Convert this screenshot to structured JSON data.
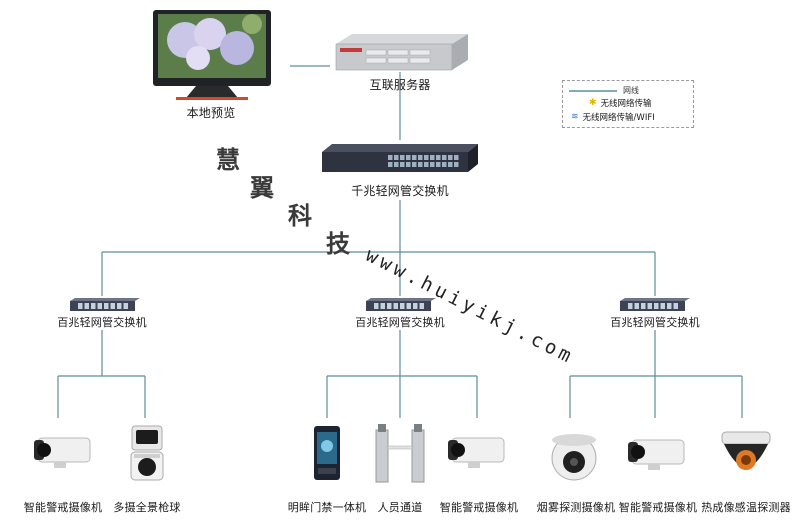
{
  "devices": {
    "monitor": "本地预览",
    "server": "互联服务器",
    "core_switch": "千兆轻网管交换机",
    "sw_left": "百兆轻网管交换机",
    "sw_mid": "百兆轻网管交换机",
    "sw_right": "百兆轻网管交换机",
    "cam1": "智能警戒摄像机",
    "cam2": "多摄全景枪球",
    "cam3": "明眸门禁一体机",
    "cam4": "人员通道",
    "cam5": "智能警戒摄像机",
    "cam6": "烟雾探测摄像机",
    "cam7": "智能警戒摄像机",
    "cam8": "热成像感温探测器"
  },
  "legend": {
    "header": "网线",
    "wireless": "无线网络传输",
    "wireless_wifi": "无线网络传输/WIFI"
  },
  "watermark": {
    "chars": [
      "慧",
      "翼",
      "科",
      "技"
    ],
    "url": "www.huiyikj.com"
  },
  "colors": {
    "line": "#5b8f9a",
    "switch_body": "#2f3340",
    "port": "#9fb0c0"
  }
}
